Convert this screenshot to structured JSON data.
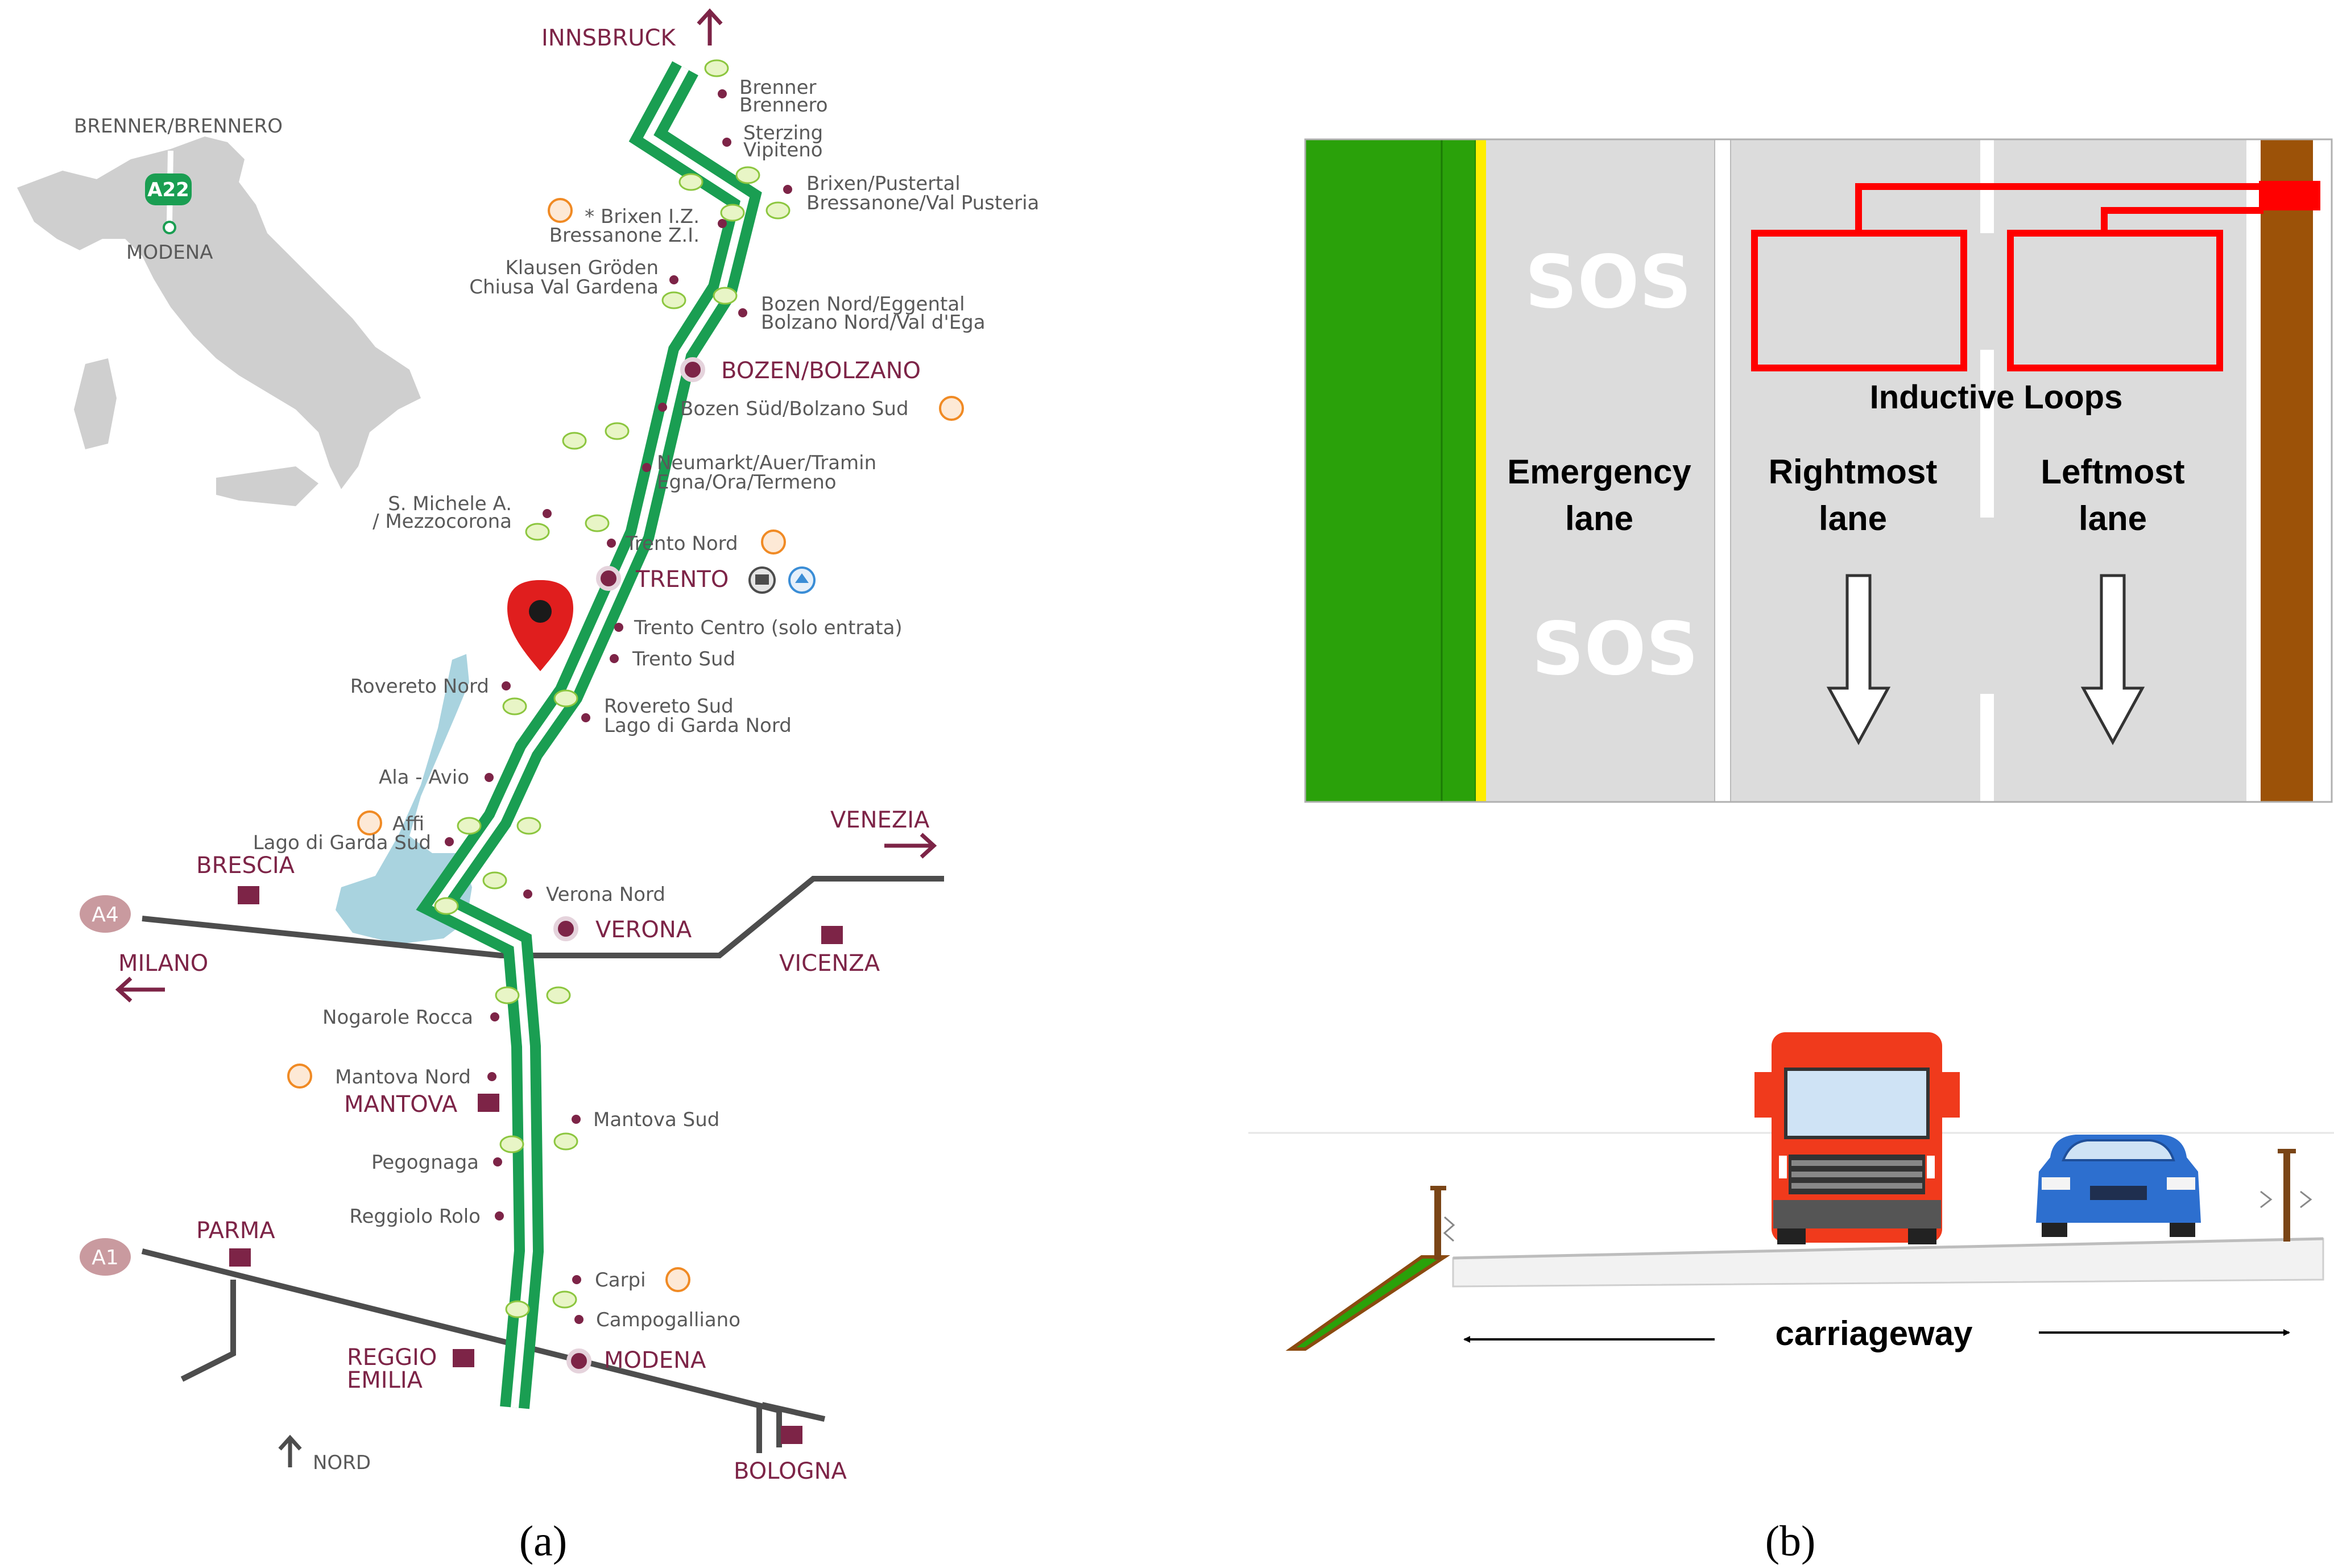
{
  "panel_a": {
    "caption": "(a)",
    "inset": {
      "top_label": "BRENNER/BRENNERO",
      "bottom_label": "MODENA",
      "badge": "A22"
    },
    "cities": {
      "innsbruck": "INNSBRUCK",
      "bozen": "BOZEN/BOLZANO",
      "trento": "TRENTO",
      "verona": "VERONA",
      "venezia": "VENEZIA",
      "brescia": "BRESCIA",
      "milano": "MILANO",
      "vicenza": "VICENZA",
      "mantova": "MANTOVA",
      "parma": "PARMA",
      "reggio_1": "REGGIO",
      "reggio_2": "EMILIA",
      "modena": "MODENA",
      "bologna": "BOLOGNA"
    },
    "highway_badges": {
      "a4": "A4",
      "a1": "A1"
    },
    "exits": [
      [
        "Brenner",
        "Brennero"
      ],
      [
        "Sterzing",
        "Vipiteno"
      ],
      [
        "Brixen/Pustertal",
        "Bressanone/Val Pusteria"
      ],
      [
        "* Brixen I.Z.",
        "Bressanone Z.I."
      ],
      [
        "Klausen Gröden",
        "Chiusa Val Gardena"
      ],
      [
        "Bozen Nord/Eggental",
        "Bolzano Nord/Val d'Ega"
      ],
      [
        "Bozen Süd/Bolzano Sud"
      ],
      [
        "Neumarkt/Auer/Tramin",
        "Egna/Ora/Termeno"
      ],
      [
        "S. Michele A.",
        "/ Mezzocorona"
      ],
      [
        "Trento Nord"
      ],
      [
        "Trento Centro (solo entrata)"
      ],
      [
        "Trento Sud"
      ],
      [
        "Rovereto Nord"
      ],
      [
        "Rovereto Sud",
        "Lago di Garda Nord"
      ],
      [
        "Ala - Avio"
      ],
      [
        "Affi",
        "Lago di Garda Sud"
      ],
      [
        "Verona Nord"
      ],
      [
        "Nogarole Rocca"
      ],
      [
        "Mantova Nord"
      ],
      [
        "Mantova Sud"
      ],
      [
        "Pegognaga"
      ],
      [
        "Reggiolo Rolo"
      ],
      [
        "Carpi"
      ],
      [
        "Campogalliano"
      ]
    ],
    "north_label": "NORD",
    "colors": {
      "highway": "#1a9e52",
      "city": "#7d2447",
      "roads": "#4d4d4d",
      "lake": "#a9d3df"
    }
  },
  "panel_b": {
    "caption": "(b)",
    "sos_1": "SOS",
    "sos_2": "SOS",
    "loops_label": "Inductive Loops",
    "lanes": [
      [
        "Emergency",
        "lane"
      ],
      [
        "Rightmost",
        "lane"
      ],
      [
        "Leftmost",
        "lane"
      ]
    ],
    "carriageway": "carriageway",
    "colors": {
      "grass": "#2aa10a",
      "edge": "#ffee00",
      "road": "#dcdcdc",
      "loop": "#ff0000",
      "barrier": "#9c5208",
      "truck": "#f03a1c",
      "car": "#2d6fcf"
    }
  }
}
